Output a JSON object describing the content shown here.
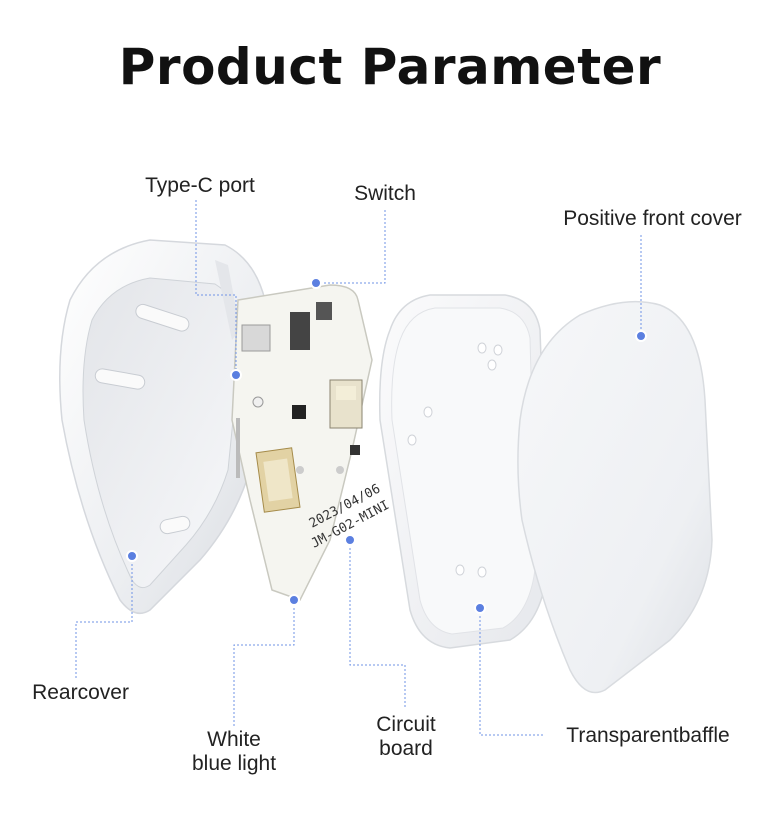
{
  "title": "Product Parameter",
  "labels": {
    "type_c_port": "Type-C port",
    "switch": "Switch",
    "positive_front_cover": "Positive front cover",
    "rearcover": "Rearcover",
    "white_blue_light_line1": "White",
    "white_blue_light_line2": "blue light",
    "circuit_board_line1": "Circuit",
    "circuit_board_line2": "board",
    "transparent_baffle": "Transparentbaffle"
  },
  "board_print": {
    "date": "2023/04/06",
    "model": "JM-G02-MINI"
  },
  "colors": {
    "callout_dot": "#5b7fe0",
    "callout_line": "#6f93e6",
    "shell": "#f3f4f6",
    "pcb": "#f5f5f0"
  }
}
